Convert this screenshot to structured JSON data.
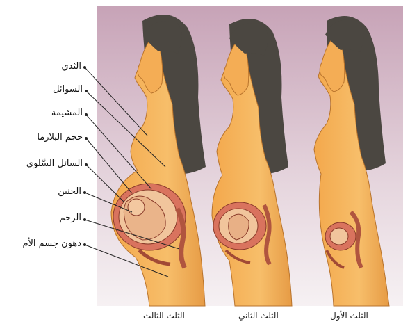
{
  "labels": [
    {
      "id": "breast",
      "text": "الثدي"
    },
    {
      "id": "fluids",
      "text": "السوائل"
    },
    {
      "id": "placenta",
      "text": "المشيمة"
    },
    {
      "id": "plasma",
      "text": "حجم البلازما"
    },
    {
      "id": "amniotic",
      "text": "السائل السَّلوي"
    },
    {
      "id": "fetus",
      "text": "الجنين"
    },
    {
      "id": "uterus",
      "text": "الرحم"
    },
    {
      "id": "fat",
      "text": "دهون جسم الأم"
    }
  ],
  "captions": {
    "third": "الثلث الثالث",
    "second": "الثلث الثاني",
    "first": "الثلث الأول"
  },
  "colors": {
    "bg_top": "#c9a6b9",
    "bg_bottom": "#f4eef1",
    "skin": "#f6b35a",
    "skin_shade": "#d88a3a",
    "hair": "#4a4640",
    "uterus": "#d86a5a",
    "fetus": "#f0c49a"
  }
}
